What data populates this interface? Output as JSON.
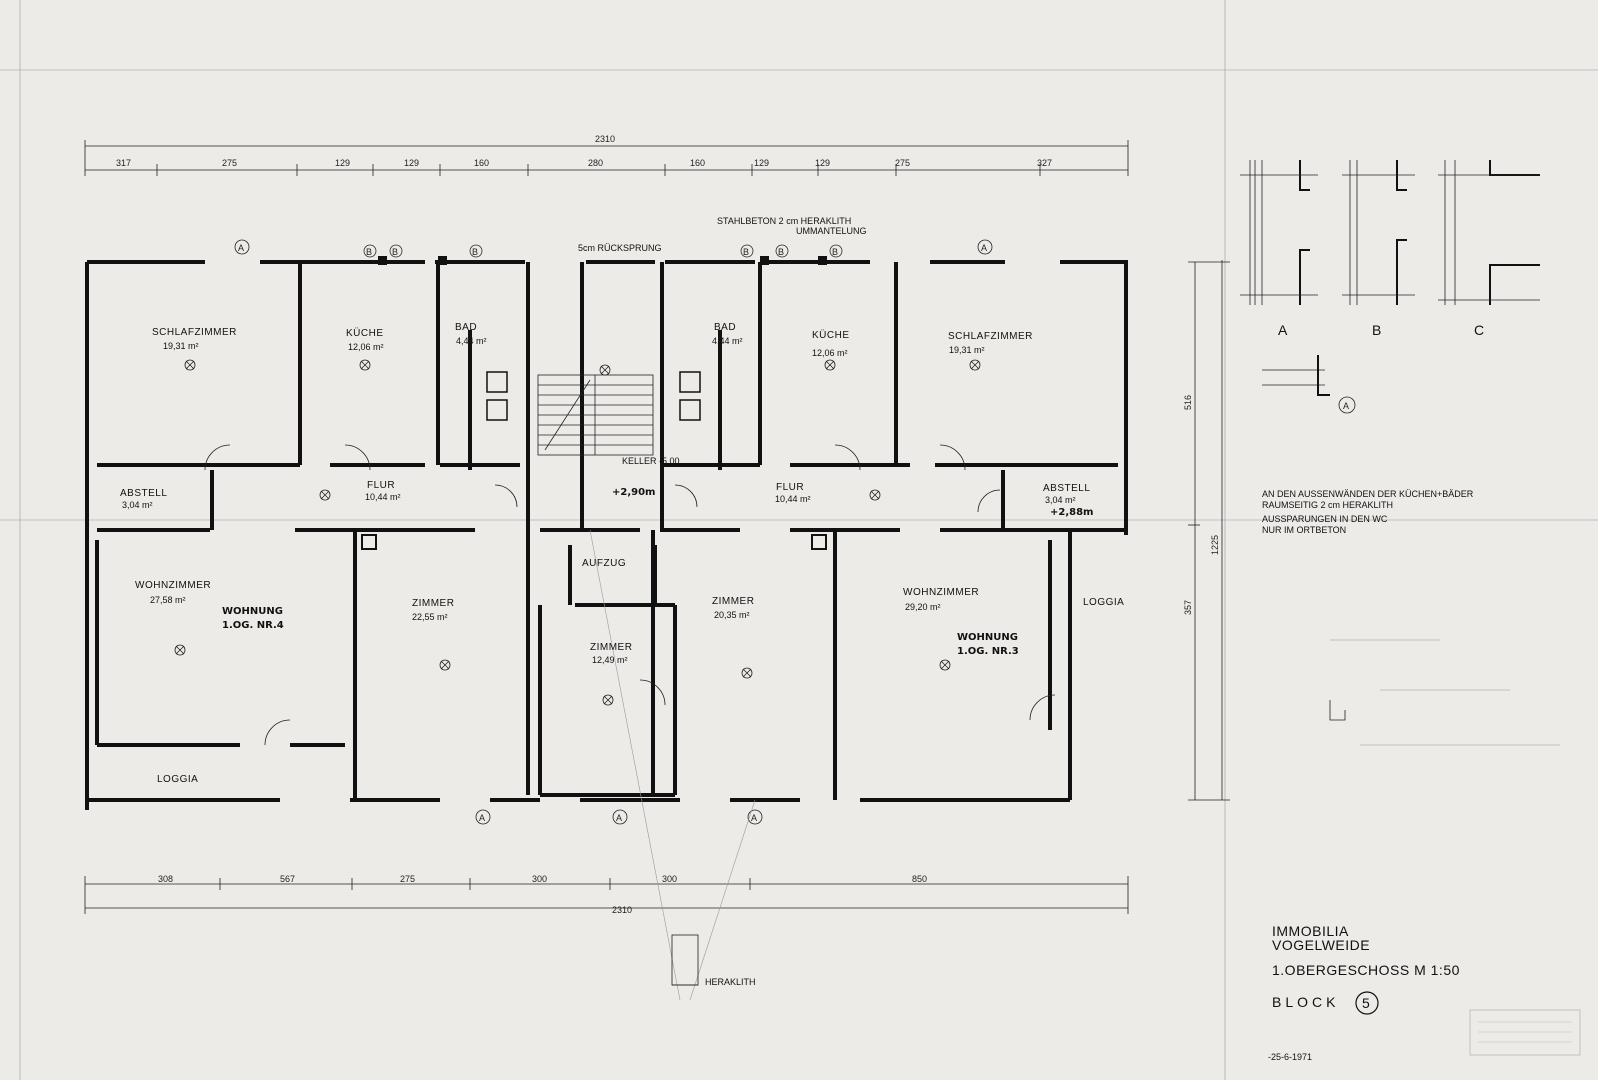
{
  "drawing": {
    "overall_width": "2310",
    "overall_height": "1225",
    "depth_upper": "516",
    "depth_lower": "357",
    "top_dims": [
      "317",
      "275",
      "129",
      "129",
      "160",
      "280",
      "160",
      "129",
      "129",
      "275",
      "327"
    ],
    "bottom_dims": [
      "308",
      "567",
      "275",
      "300",
      "300",
      "850"
    ],
    "rooms": [
      {
        "id": "schlafzimmer-left",
        "label": "SCHLAFZIMMER",
        "area": "19,31 m²"
      },
      {
        "id": "kueche-left",
        "label": "KÜCHE",
        "area": "12,06 m²"
      },
      {
        "id": "bad-left",
        "label": "BAD",
        "area": "4,44 m²"
      },
      {
        "id": "flur-left",
        "label": "FLUR",
        "area": "10,44 m²"
      },
      {
        "id": "abstell-left",
        "label": "ABSTELL",
        "area": "3,04 m²"
      },
      {
        "id": "wohnzimmer-left",
        "label": "WOHNZIMMER",
        "area": "27,58 m²"
      },
      {
        "id": "zimmer-left",
        "label": "ZIMMER",
        "area": "22,55 m²"
      },
      {
        "id": "aufzug",
        "label": "AUFZUG",
        "area": ""
      },
      {
        "id": "zimmer-center",
        "label": "ZIMMER",
        "area": "12,49 m²"
      },
      {
        "id": "zimmer-right",
        "label": "ZIMMER",
        "area": "20,35 m²"
      },
      {
        "id": "bad-right",
        "label": "BAD",
        "area": "4,44 m²"
      },
      {
        "id": "kueche-right",
        "label": "KÜCHE",
        "area": "12,06 m²"
      },
      {
        "id": "schlafzimmer-right",
        "label": "SCHLAFZIMMER",
        "area": "19,31 m²"
      },
      {
        "id": "flur-right",
        "label": "FLUR",
        "area": "10,44 m²"
      },
      {
        "id": "abstell-right",
        "label": "ABSTELL",
        "area": "3,04 m²"
      },
      {
        "id": "wohnzimmer-right",
        "label": "WOHNZIMMER",
        "area": "29,20 m²"
      },
      {
        "id": "loggia-left",
        "label": "LOGGIA",
        "area": ""
      },
      {
        "id": "loggia-right",
        "label": "LOGGIA",
        "area": ""
      }
    ],
    "apartments": [
      {
        "label": "WOHNUNG",
        "unit": "1.OG. NR.4"
      },
      {
        "label": "WOHNUNG",
        "unit": "1.OG. NR.3"
      }
    ],
    "annotations": {
      "stahlbeton": "STAHLBETON 2 cm HERAKLITH",
      "ummantelung": "UMMANTELUNG",
      "ruecksprung": "5cm RÜCKSPRUNG",
      "level_center": "+2,90m",
      "level_right": "+2,88m",
      "keller": "KELLER -5.00",
      "heraklith_small": "HERAKLITH"
    },
    "section_labels": [
      "A",
      "B",
      "C"
    ]
  },
  "notes": {
    "line1": "AN DEN AUSSENWÄNDEN DER KÜCHEN+BÄDER",
    "line2": "RAUMSEITIG 2 cm HERAKLITH",
    "line3": "AUSSPARUNGEN IN DEN WC",
    "line4": "NUR IM ORTBETON"
  },
  "title_block": {
    "company_line1": "IMMOBILIA",
    "company_line2": "VOGELWEIDE",
    "floor": "1.OBERGESCHOSS  M 1:50",
    "block_label": "BLOCK",
    "block_number": "5",
    "date": "-25-6-1971"
  }
}
